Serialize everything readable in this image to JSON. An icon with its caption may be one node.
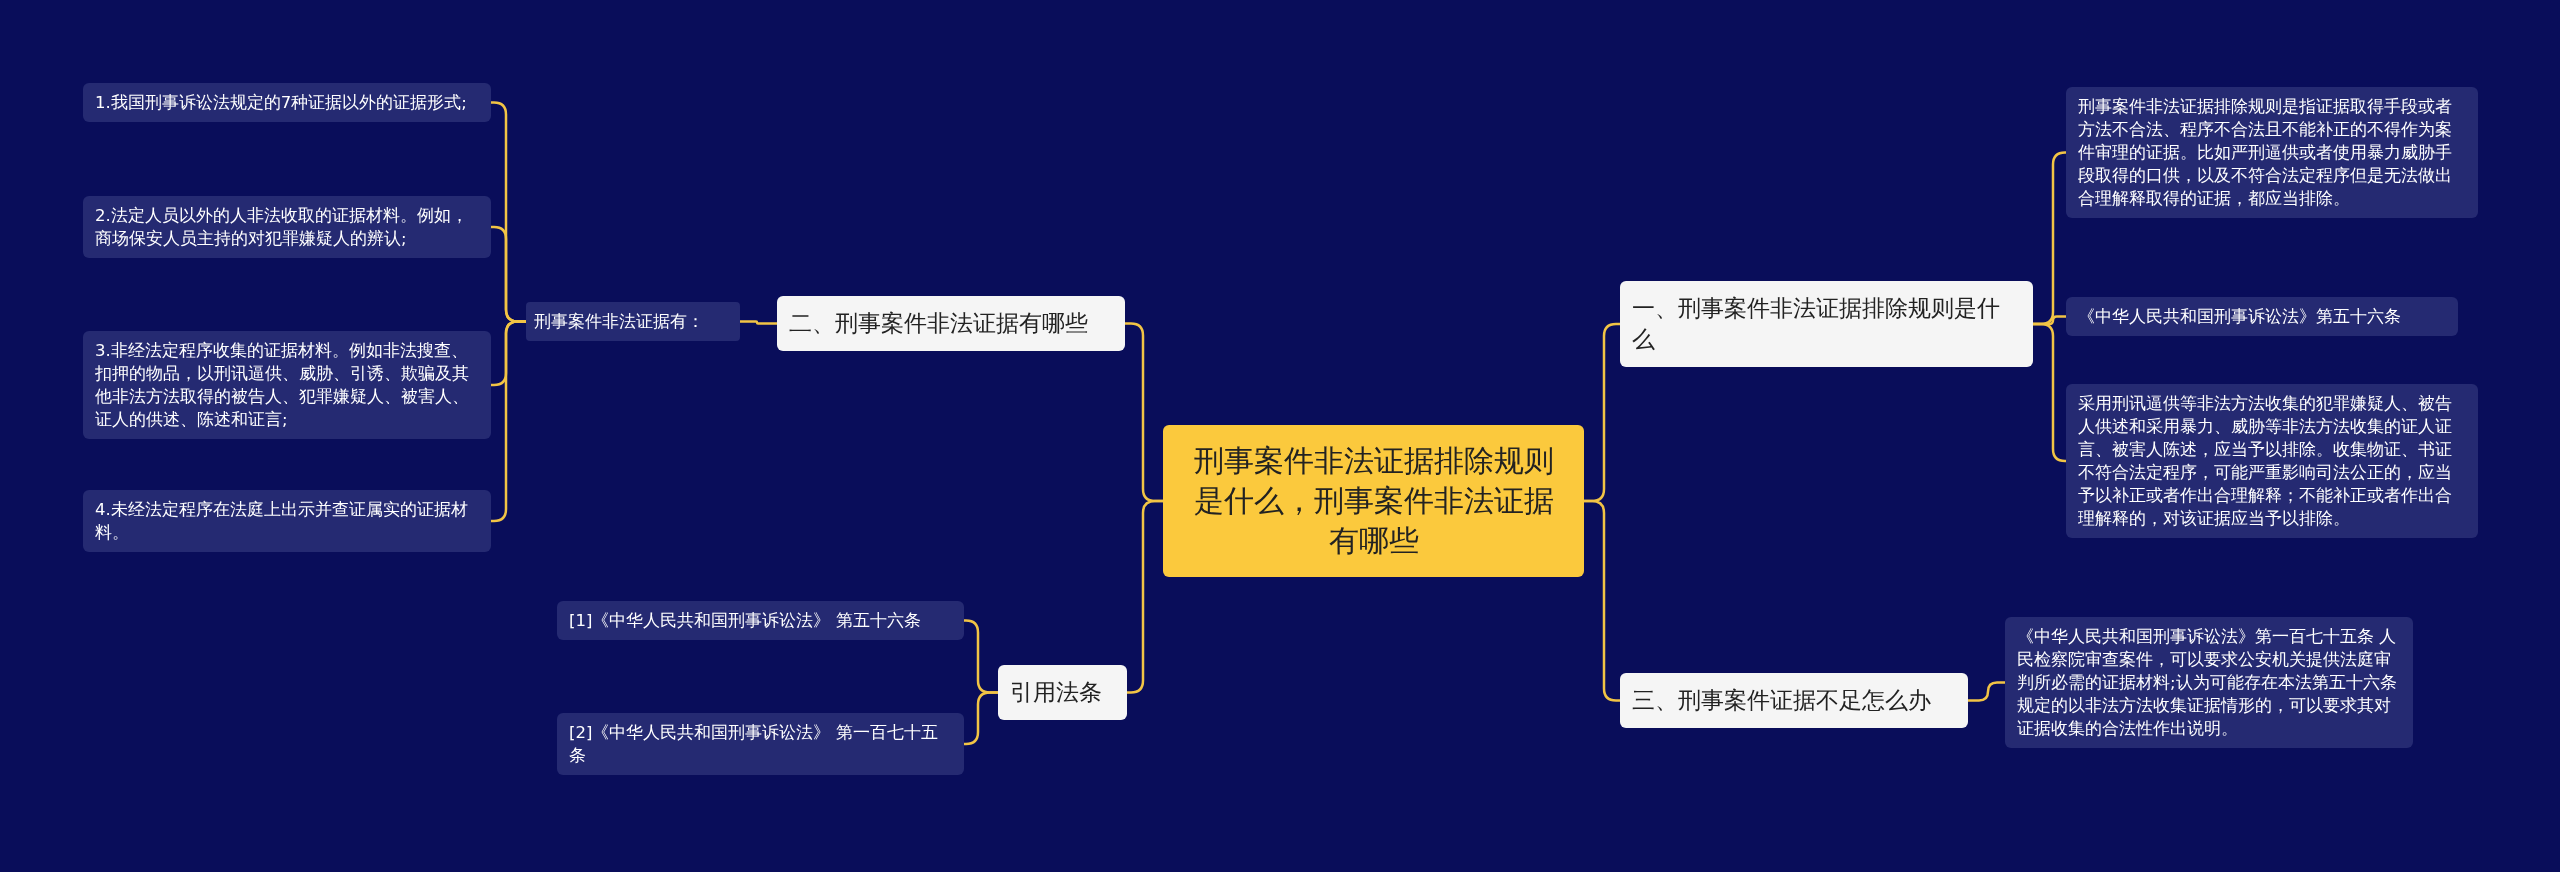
{
  "diagram": {
    "nodes": [
      {
        "text": [
          "刑事案件非法证据排除规则是什么，刑事案件非法证据有哪些"
        ]
      },
      {
        "text": [
          "一、刑事案件非法证据排除规则是什么"
        ]
      },
      {
        "text": [
          "刑事案件非法证据排除规则是指证据取得手段或者方法不合法、程序不合法且不能补正的不得作为案件审理的证据。比如严刑逼供或者使用暴力威胁手段取得的口供，以及不符合法定程序但是无法做出合理解释取得的证据，都应当排除。"
        ]
      },
      {
        "text": [
          "《中华人民共和国刑事诉讼法》第五十六条"
        ]
      },
      {
        "text": [
          "采用刑讯逼供等非法方法收集的犯罪嫌疑人、被告人供述和采用暴力、威胁等非法方法收集的证人证言、被害人陈述，应当予以排除。收集物证、书证不符合法定程序，可能严重影响司法公正的，应当予以补正或者作出合理解释；不能补正或者作出合理解释的，对该证据应当予以排除。"
        ]
      },
      {
        "text": [
          "三、刑事案件证据不足怎么办"
        ]
      },
      {
        "text": [
          "《中华人民共和国刑事诉讼法》第一百七十五条 人民检察院审查案件，可以要求公安机关提供法庭审判所必需的证据材料;认为可能存在本法第五十六条规定的以非法方法收集证据情形的，可以要求其对证据收集的合法性作出说明。"
        ]
      },
      {
        "text": [
          "二、刑事案件非法证据有哪些"
        ]
      },
      {
        "text": [
          "刑事案件非法证据有："
        ]
      },
      {
        "text": [
          "1.我国刑事诉讼法规定的7种证据以外的证据形式;"
        ]
      },
      {
        "text": [
          "2.法定人员以外的人非法收取的证据材料。例如，商场保安人员主持的对犯罪嫌疑人的辨认;"
        ]
      },
      {
        "text": [
          "3.非经法定程序收集的证据材料。例如非法搜查、扣押的物品，以刑讯逼供、威胁、引诱、欺骗及其他非法方法取得的被告人、犯罪嫌疑人、被害人、证人的供述、陈述和证言;"
        ]
      },
      {
        "text": [
          "4.未经法定程序在法庭上出示并查证属实的证据材料。"
        ]
      },
      {
        "text": [
          "引用法条"
        ]
      },
      {
        "text": [
          "[1]《中华人民共和国刑事诉讼法》 第五十六条"
        ]
      },
      {
        "text": [
          "[2]《中华人民共和国刑事诉讼法》 第一百七十五条"
        ]
      }
    ],
    "edges": [
      {
        "from": 0,
        "to": 1,
        "arrow": "none"
      },
      {
        "from": 0,
        "to": 5,
        "arrow": "none"
      },
      {
        "from": 0,
        "to": 7,
        "arrow": "none"
      },
      {
        "from": 0,
        "to": 13,
        "arrow": "none"
      },
      {
        "from": 1,
        "to": 2,
        "arrow": "none"
      },
      {
        "from": 1,
        "to": 3,
        "arrow": "none"
      },
      {
        "from": 1,
        "to": 4,
        "arrow": "none"
      },
      {
        "from": 5,
        "to": 6,
        "arrow": "none"
      },
      {
        "from": 7,
        "to": 8,
        "arrow": "none"
      },
      {
        "from": 8,
        "to": 9,
        "arrow": "none"
      },
      {
        "from": 8,
        "to": 10,
        "arrow": "none"
      },
      {
        "from": 8,
        "to": 11,
        "arrow": "none"
      },
      {
        "from": 8,
        "to": 12,
        "arrow": "none"
      },
      {
        "from": 13,
        "to": 14,
        "arrow": "none"
      },
      {
        "from": 13,
        "to": 15,
        "arrow": "none"
      }
    ]
  }
}
